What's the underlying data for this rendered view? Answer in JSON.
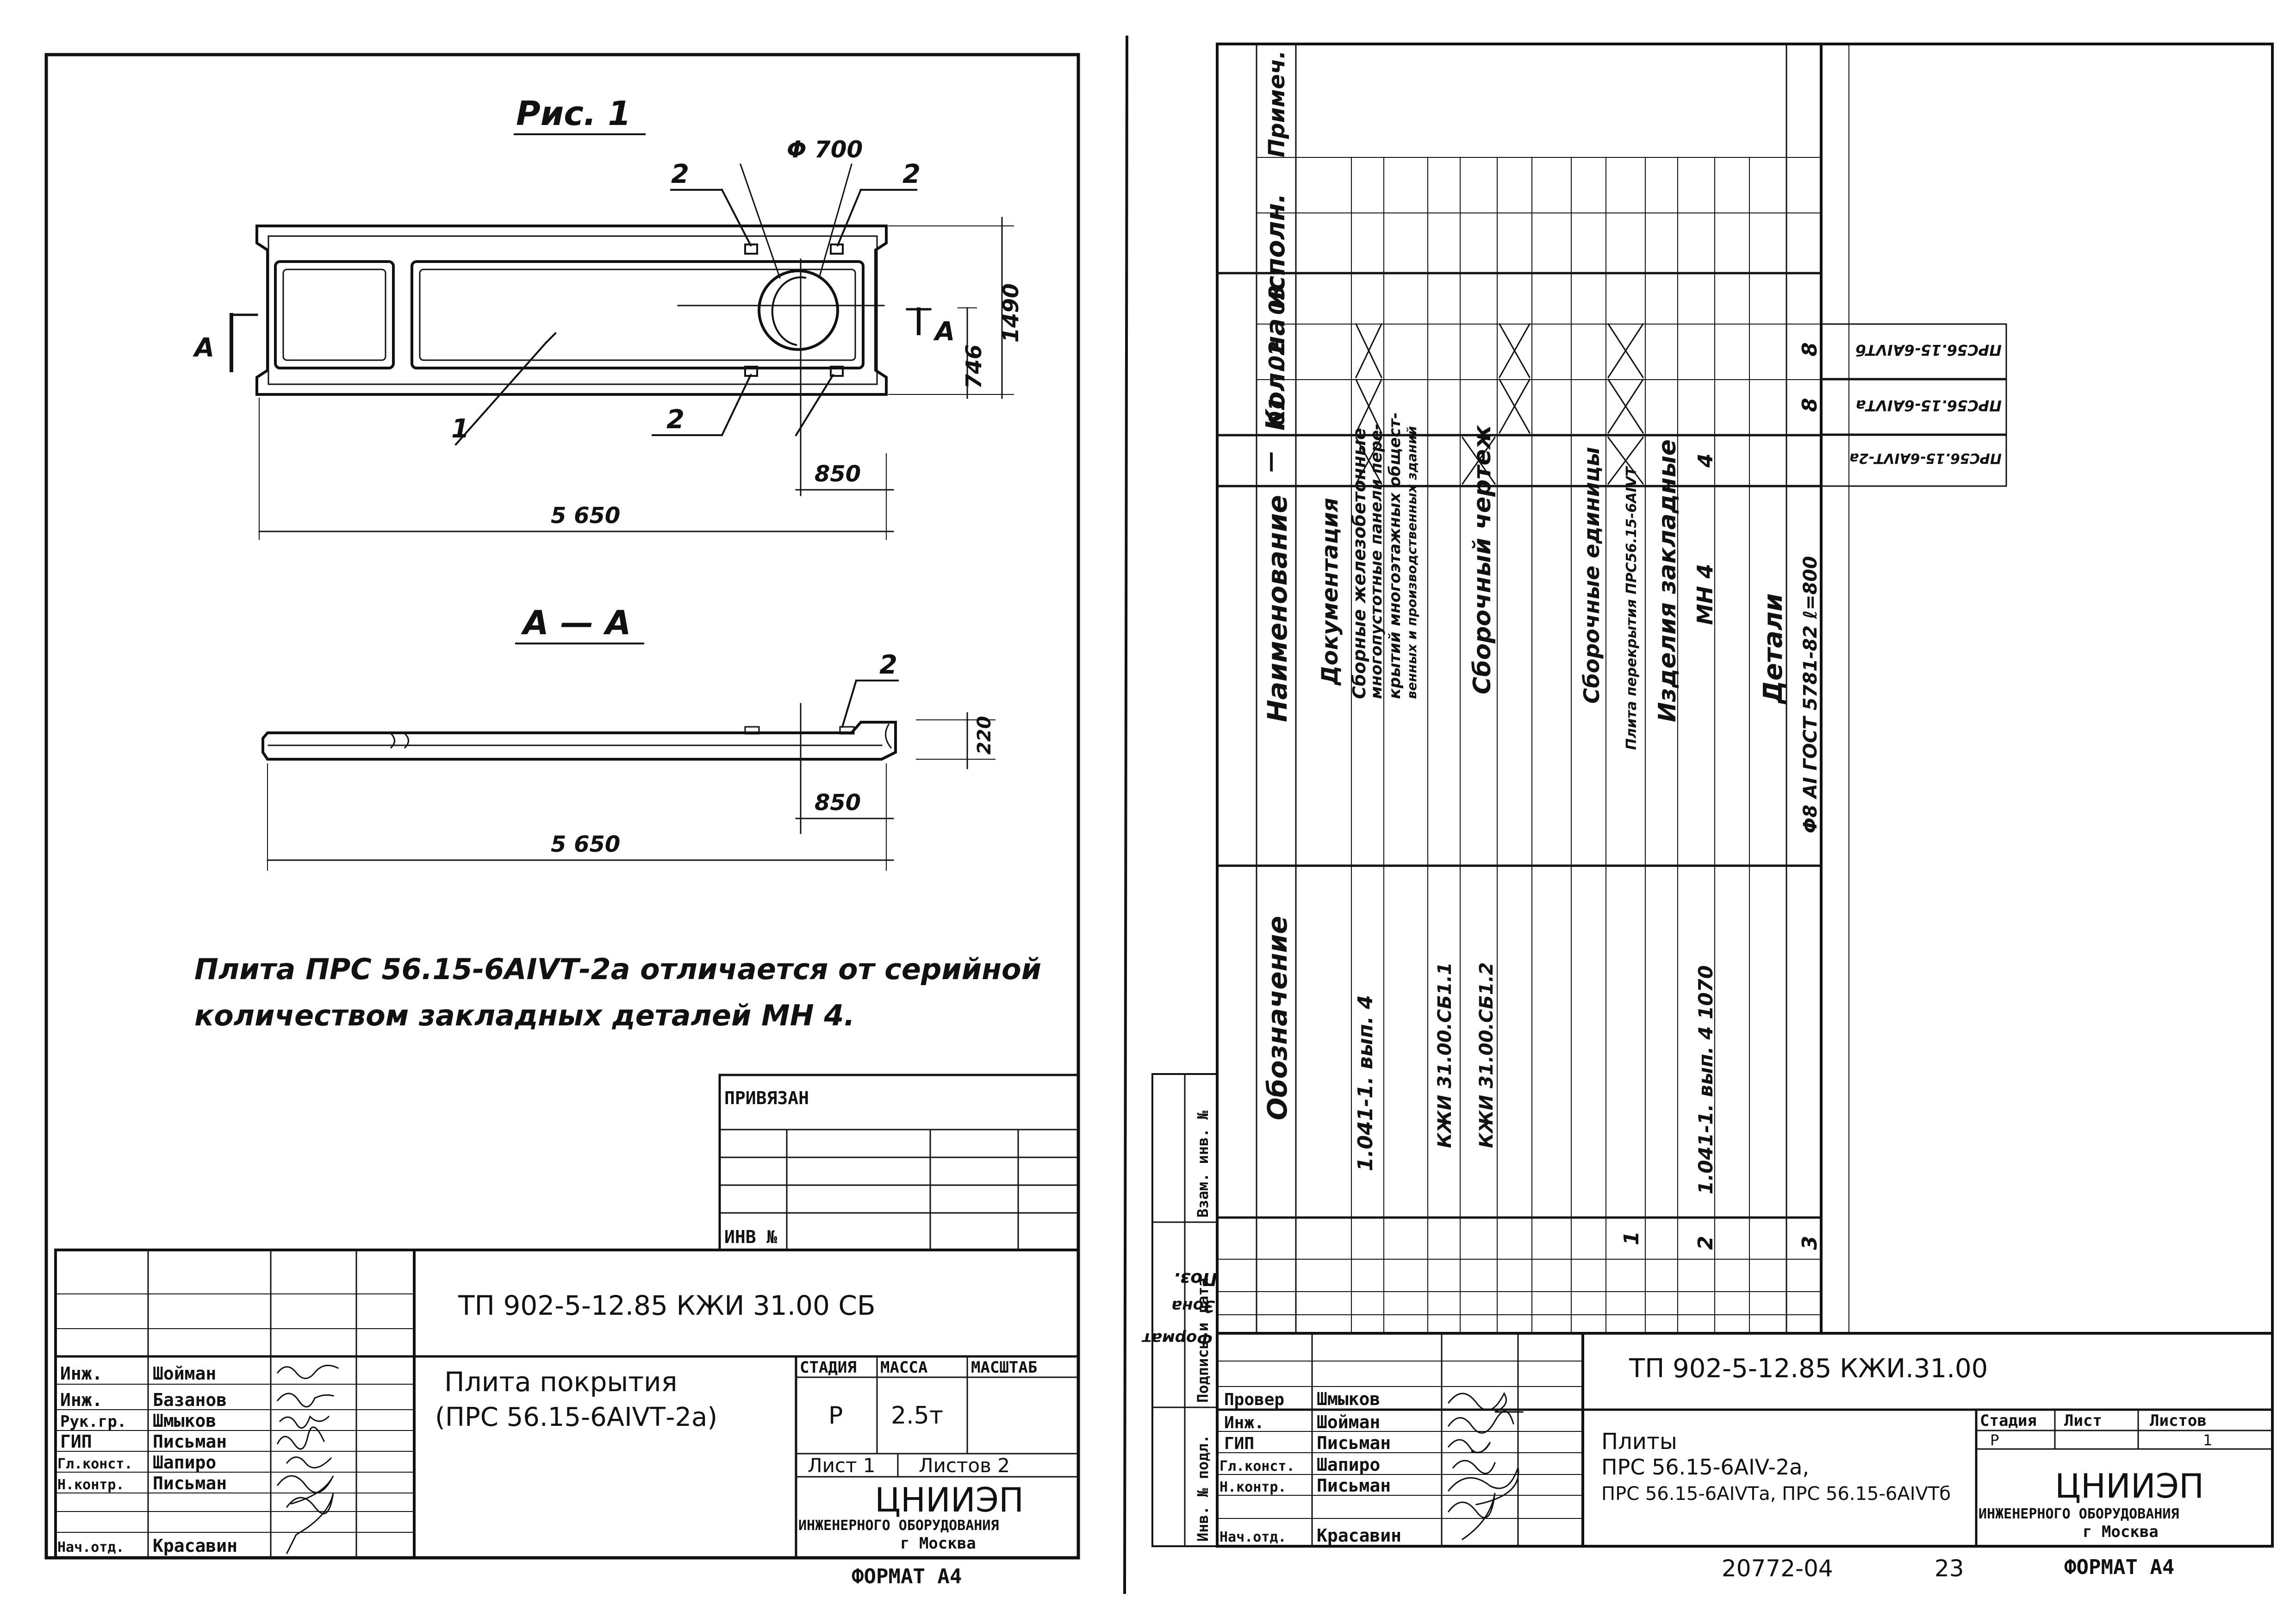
{
  "left_sheet": {
    "figure_title": "Рис. 1",
    "dim_diameter": "Φ 700",
    "callout_2": "2",
    "callout_1": "1",
    "section_marker": "А",
    "dim_746": "746",
    "dim_1490": "1490",
    "dim_850": "850",
    "dim_5650": "5 650",
    "section_title": "А — А",
    "dim_220": "220",
    "note_line1": "Плита ПРС 56.15-6АIVТ-2а отличается от серийной",
    "note_line2": "количеством закладных деталей МН 4.",
    "privyazan": "ПРИВЯЗАН",
    "inv_no": "ИНВ №",
    "doc_code": "ТП 902-5-12.85     КЖИ 31.00 СБ",
    "title_line1": "Плита покрытия",
    "title_line2": "(ПРС 56.15-6АIVТ-2а)",
    "col_stage": "СТАДИЯ",
    "col_mass": "МАССА",
    "col_scale": "МАСШТАБ",
    "stage": "Р",
    "mass": "2.5т",
    "sheet_label": "Лист 1",
    "sheets_label": "Листов 2",
    "org_name": "ЦНИИЭП",
    "org_sub1": "ИНЖЕНЕРНОГО ОБОРУДОВАНИЯ",
    "org_sub2": "г Москва",
    "format": "ФОРМАТ А4",
    "signatures": [
      {
        "role": "Инж.",
        "name": "Шойман"
      },
      {
        "role": "Инж.",
        "name": "Базанов"
      },
      {
        "role": "Рук.гр.",
        "name": "Шмыков"
      },
      {
        "role": "ГИП",
        "name": "Письман"
      },
      {
        "role": "Гл.конст.",
        "name": "Шапиро"
      },
      {
        "role": "Н.контр.",
        "name": "Письман"
      },
      {
        "role": "Нач.отд.",
        "name": "Красавин"
      }
    ]
  },
  "right_sheet": {
    "header_naim": "Наименование",
    "header_oboz": "Обозначение",
    "header_kol": "Кол. на исполн.",
    "header_prim": "Примеч.",
    "header_format": "Формат",
    "header_zona": "Зона",
    "header_poz": "Поз.",
    "exec_cols": [
      "—",
      "01",
      "02",
      "03"
    ],
    "variants": [
      "ПРС56.15-6АIVТ-2а",
      "ПРС56.15-6АIVТа",
      "ПРС56.15-6АIVТб"
    ],
    "rows": {
      "doc_section": "Документация",
      "doc_text1": "Сборные железобетонные",
      "doc_text2": "многопустотные панели пере-",
      "doc_text3": "крытий многоэтажных общест-",
      "doc_text4": "венных и производственных зданий",
      "doc_code1": "1.041-1. вып. 4",
      "assembly_title": "Сборочный чертеж",
      "assembly_code1": "КЖИ 31.00.СБ1.1",
      "assembly_code2": "КЖИ 31.00.СБ1.2",
      "units_section": "Сборочные единицы",
      "unit1_name": "Плита перекрытия ПРС56.15-6АIVТ",
      "unit1_poz": "1",
      "emb_title": "Изделия закладные",
      "emb_name": "МН 4",
      "emb_code": "1.041-1. вып. 4  1070",
      "emb_poz": "2",
      "emb_qty": "4",
      "details_section": "Детали",
      "detail_name": "Φ8 АI ГОСТ 5781-82  ℓ=800",
      "detail_poz": "3",
      "detail_qty_01": "8",
      "detail_qty_02": "8"
    },
    "side_labels": [
      "Взам. инв. №",
      "Подпись и дата",
      "Инв. № подл."
    ],
    "doc_code": "ТП 902-5-12.85     КЖИ.31.00",
    "title_line1": "Плиты",
    "title_line2": "ПРС 56.15-6АIV-2а,",
    "title_line3": "ПРС 56.15-6АIVТа, ПРС 56.15-6АIVТб",
    "col_stage": "Стадия",
    "col_sheet": "Лист",
    "col_sheets": "Листов",
    "stage": "Р",
    "sheets": "1",
    "org_name": "ЦНИИЭП",
    "org_sub1": "ИНЖЕНЕРНОГО ОБОРУДОВАНИЯ",
    "org_sub2": "г Москва",
    "archive_no": "20772-04",
    "page_no": "23",
    "format": "ФОРМАТ А4",
    "signatures": [
      {
        "role": "Провер",
        "name": "Шмыков"
      },
      {
        "role": "Инж.",
        "name": "Шойман"
      },
      {
        "role": "ГИП",
        "name": "Письман"
      },
      {
        "role": "Гл.конст.",
        "name": "Шапиро"
      },
      {
        "role": "Н.контр.",
        "name": "Письман"
      },
      {
        "role": "Нач.отд.",
        "name": "Красавин"
      }
    ]
  }
}
